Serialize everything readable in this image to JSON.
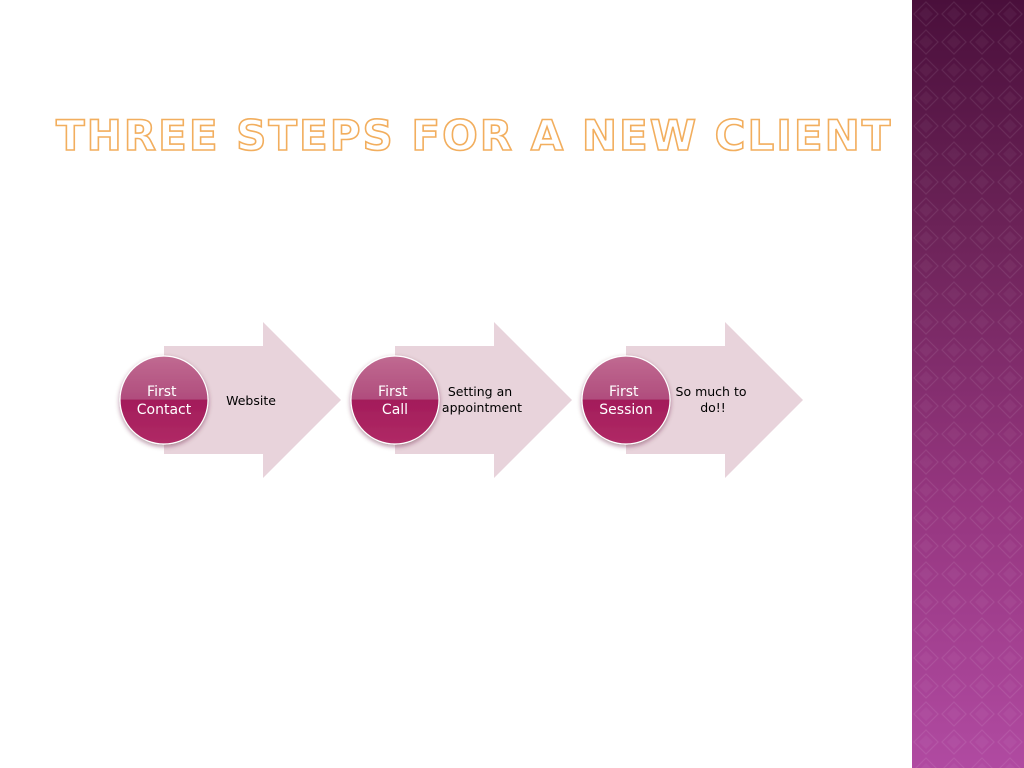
{
  "slide": {
    "title": "THREE STEPS FOR A NEW CLIENT"
  },
  "process": {
    "steps": [
      {
        "circle_lines": [
          "First",
          "Contact"
        ],
        "arrow_lines": [
          "Website"
        ]
      },
      {
        "circle_lines": [
          "First",
          "Call"
        ],
        "arrow_lines": [
          "Setting an",
          "appointment"
        ]
      },
      {
        "circle_lines": [
          "First",
          "Session"
        ],
        "arrow_lines": [
          "So much to",
          "do!!"
        ]
      }
    ]
  },
  "colors": {
    "title_outline": "#f2ae5e",
    "arrow_fill": "#e8d3db",
    "circle_top": "#b85c84",
    "circle_bottom": "#a31c5a",
    "side_band_top": "#4a0f3b",
    "side_band_bottom": "#b04aa1"
  }
}
